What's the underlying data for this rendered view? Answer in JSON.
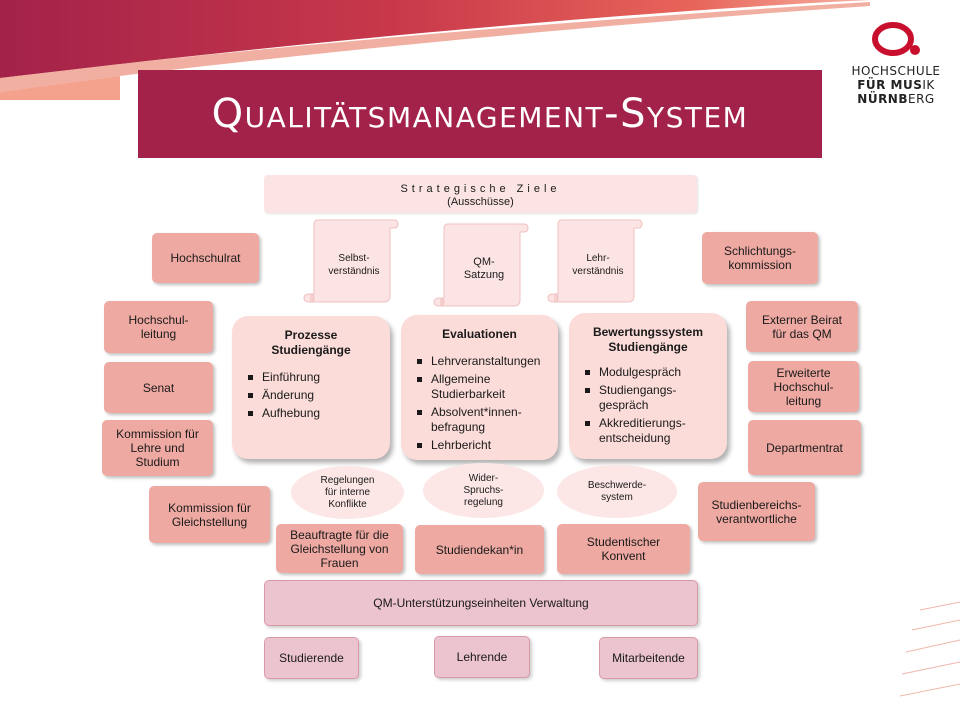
{
  "title": "Qualitätsmanagement-System",
  "logo": {
    "line1": "HOCHSCHULE",
    "line2_bold": "FÜR MUS",
    "line2_rest": "IK",
    "line3_bold": "NÜRNB",
    "line3_rest": "ERG"
  },
  "strategic": {
    "line1": "Strategische Ziele",
    "line2": "(Ausschüsse)"
  },
  "scrolls": [
    {
      "label": "Selbst-\nverständnis"
    },
    {
      "label": "QM-\nSatzung"
    },
    {
      "label": "Lehr-\nverständnis"
    }
  ],
  "left_boxes": {
    "hochschulrat": "Hochschulrat",
    "hochschulleitung": "Hochschul-\nleitung",
    "senat": "Senat",
    "kommission_lehre": "Kommission für\nLehre und\nStudium",
    "kommission_gleich": "Kommission für\nGleichstellung"
  },
  "right_boxes": {
    "schlichtung": "Schlichtungs-\nkommission",
    "beirat": "Externer Beirat\nfür das QM",
    "erweitert": "Erweiterte\nHochschul-\nleitung",
    "departmentrat": "Departmentrat",
    "studienbereich": "Studienbereichs-\nverantwortliche"
  },
  "processes": [
    {
      "title": "Prozesse\nStudiengänge",
      "items": [
        "Einführung",
        "Änderung",
        "Aufhebung"
      ]
    },
    {
      "title": "Evaluationen",
      "items": [
        "Lehrveranstaltungen",
        "Allgemeine\nStudierbarkeit",
        "Absolvent*innen-\nbefragung",
        "Lehrbericht"
      ]
    },
    {
      "title": "Bewertungssystem\nStudiengänge",
      "items": [
        "Modulgespräch",
        "Studiengangs-\ngespräch",
        "Akkreditierungs-\nentscheidung"
      ]
    }
  ],
  "ellipses": [
    {
      "label": "Regelungen\nfür interne\nKonflikte"
    },
    {
      "label": "Wider-\nSpruchs-\nregelung"
    },
    {
      "label": "Beschwerde-\nsystem"
    }
  ],
  "lower_boxes": {
    "beauftragte": "Beauftragte für die\nGleichstellung von\nFrauen",
    "studiendekan": "Studiendekan*in",
    "konvent": "Studentischer\nKonvent"
  },
  "support": "QM-Unterstützungseinheiten Verwaltung",
  "bottom": {
    "studierende": "Studierende",
    "lehrende": "Lehrende",
    "mitarbeitende": "Mitarbeitende"
  },
  "colors": {
    "title_bg": "#a3224a",
    "salmon": "#eea9a2",
    "light": "#fbe3e2",
    "pink": "#ecc4cf",
    "logo_red": "#c8102e"
  }
}
